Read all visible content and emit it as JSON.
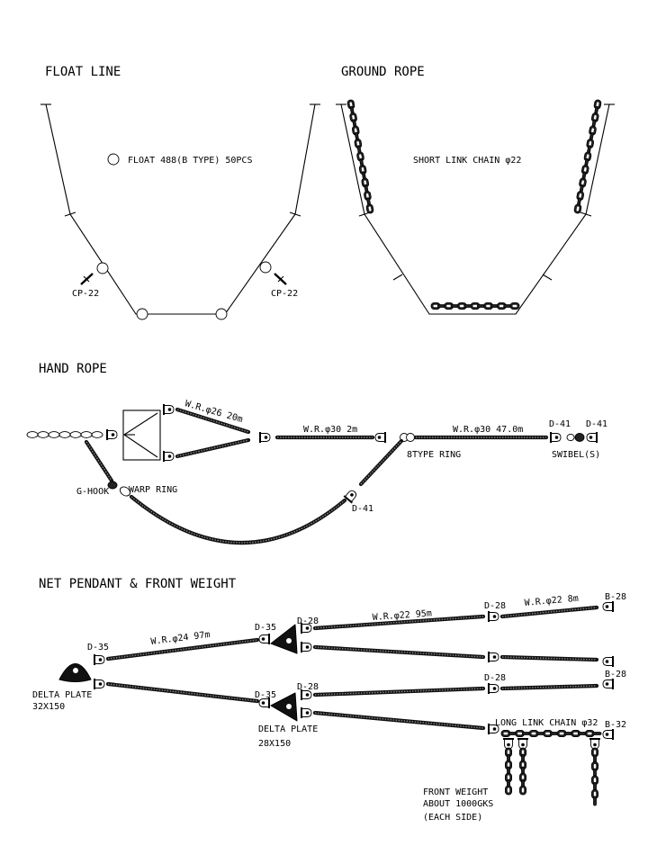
{
  "sections": {
    "float_line": "FLOAT LINE",
    "ground_rope": "GROUND ROPE",
    "hand_rope": "HAND ROPE",
    "net_pendant": "NET PENDANT & FRONT WEIGHT"
  },
  "float_line": {
    "float_label": "FLOAT 488(B TYPE) 50PCS",
    "cp_left": "CP-22",
    "cp_right": "CP-22"
  },
  "ground_rope": {
    "chain_label": "SHORT LINK CHAIN φ22"
  },
  "hand_rope": {
    "wr26": "W.R.φ26 20m",
    "wr30_2": "W.R.φ30 2m",
    "wr30_47": "W.R.φ30 47.0m",
    "d41_a": "D-41",
    "d41_b": "D-41",
    "d41_c": "D-41",
    "ring8": "8TYPE RING",
    "swibel": "SWIBEL(S)",
    "ghook": "G-HOOK",
    "warp_ring": "WARP RING"
  },
  "net_pendant": {
    "d35_a": "D-35",
    "d35_b": "D-35",
    "d35_c": "D-35",
    "d28_a": "D-28",
    "d28_b": "D-28",
    "d28_c": "D-28",
    "d28_d": "D-28",
    "wr24": "W.R.φ24 97m",
    "wr22_95": "W.R.φ22 95m",
    "wr22_8": "W.R.φ22 8m",
    "b28_a": "B-28",
    "b28_b": "B-28",
    "b32": "B-32",
    "delta_big_1": "DELTA PLATE",
    "delta_big_2": "32X150",
    "delta_small_1": "DELTA PLATE",
    "delta_small_2": "28X150",
    "long_chain": "LONG LINK CHAIN φ32",
    "fw_1": "FRONT WEIGHT",
    "fw_2": "ABOUT 1000GKS",
    "fw_3": "(EACH SIDE)"
  }
}
